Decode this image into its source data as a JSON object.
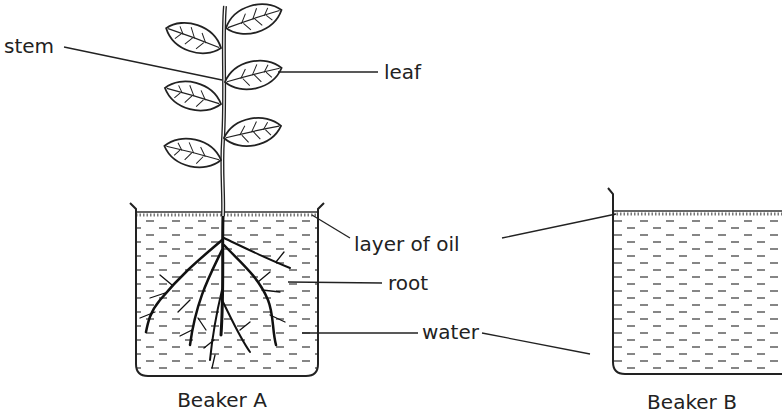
{
  "diagram": {
    "labels": [
      "stem",
      "leaf",
      "layer of oil",
      "root",
      "water",
      "Beaker A",
      "Beaker B"
    ]
  }
}
